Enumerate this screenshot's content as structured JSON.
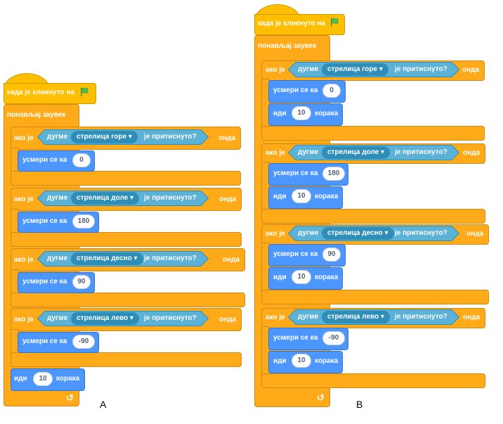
{
  "blocks": {
    "when_flag_clicked": "када је кликнуто на",
    "forever": "понављај заувек",
    "if": "ако је",
    "then": "онда",
    "key": "дугме",
    "pressed": "је притиснуто?",
    "point_in_direction": "усмери се ка",
    "move": "иди",
    "steps": "корака",
    "loop_arrow": "↺"
  },
  "script_a": {
    "caption": "A",
    "branches": [
      {
        "key": "стрелица горе",
        "direction": "0"
      },
      {
        "key": "стрелица доле",
        "direction": "180"
      },
      {
        "key": "стрелица десно",
        "direction": "90"
      },
      {
        "key": "стрелица лево",
        "direction": "-90"
      }
    ],
    "move_steps": "10"
  },
  "script_b": {
    "caption": "B",
    "branches": [
      {
        "key": "стрелица горе",
        "direction": "0",
        "steps": "10"
      },
      {
        "key": "стрелица доле",
        "direction": "180",
        "steps": "10"
      },
      {
        "key": "стрелица десно",
        "direction": "90",
        "steps": "10"
      },
      {
        "key": "стрелица лево",
        "direction": "-90",
        "steps": "10"
      }
    ]
  },
  "colors": {
    "events": "#FFBF00",
    "control": "#FFAB19",
    "motion": "#4C97FF",
    "sensing": "#5CB1D6",
    "flag": "#4CBF56"
  }
}
